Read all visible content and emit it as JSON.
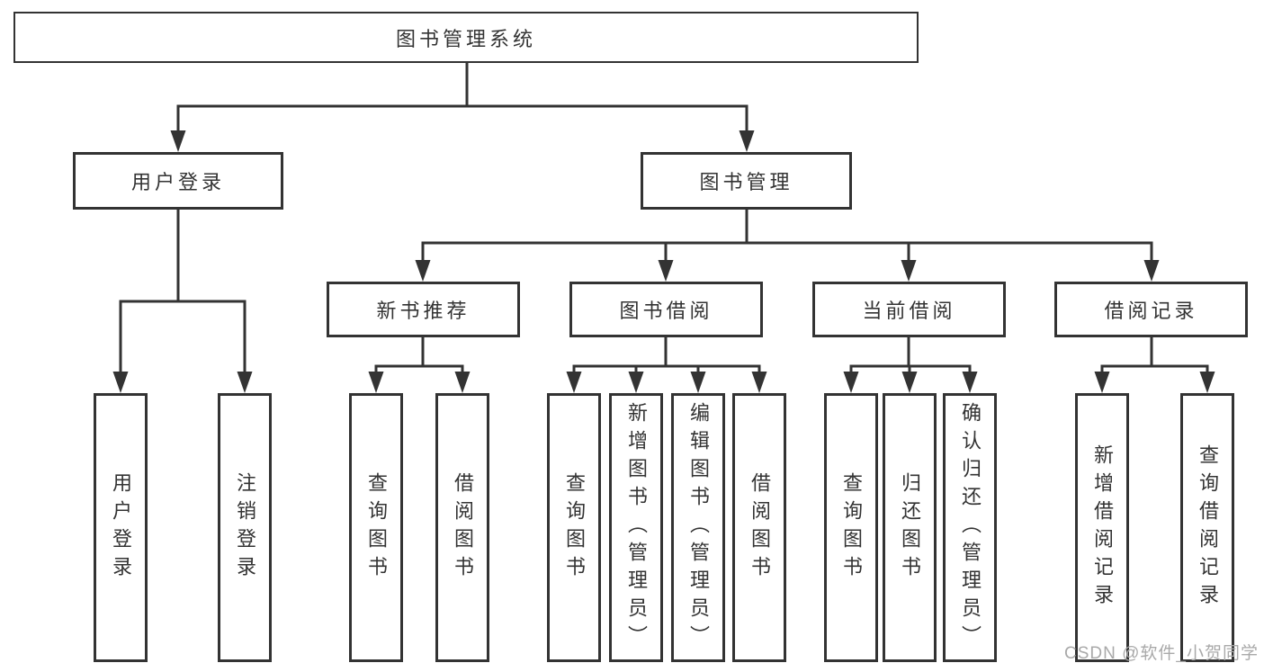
{
  "diagram": {
    "root": {
      "label": "图书管理系统",
      "children": [
        {
          "label": "用户登录",
          "children": [
            {
              "label": "用户登录"
            },
            {
              "label": "注销登录"
            }
          ]
        },
        {
          "label": "图书管理",
          "children": [
            {
              "label": "新书推荐",
              "children": [
                {
                  "label": "查询图书"
                },
                {
                  "label": "借阅图书"
                }
              ]
            },
            {
              "label": "图书借阅",
              "children": [
                {
                  "label": "查询图书"
                },
                {
                  "label": "新增图书（管理员）"
                },
                {
                  "label": "编辑图书（管理员）"
                },
                {
                  "label": "借阅图书"
                }
              ]
            },
            {
              "label": "当前借阅",
              "children": [
                {
                  "label": "查询图书"
                },
                {
                  "label": "归还图书"
                },
                {
                  "label": "确认归还（管理员）"
                }
              ]
            },
            {
              "label": "借阅记录",
              "children": [
                {
                  "label": "新增借阅记录"
                },
                {
                  "label": "查询借阅记录"
                }
              ]
            }
          ]
        }
      ]
    }
  },
  "watermark": "CSDN @软件_小贺同学",
  "colors": {
    "line": "#333333",
    "box_border": "#333333",
    "text": "#333333",
    "watermark": "#a9a9a9",
    "background": "#ffffff"
  }
}
